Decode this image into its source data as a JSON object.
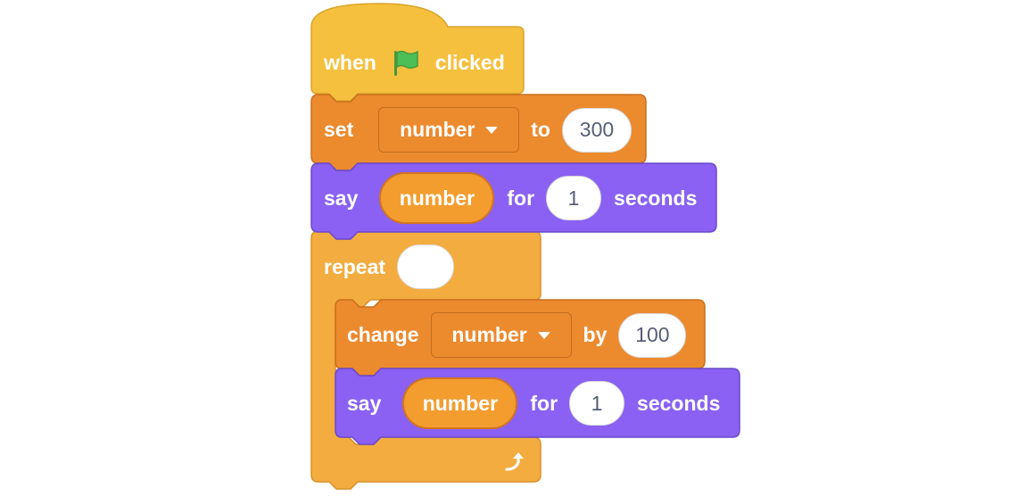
{
  "colors": {
    "events": "#f5c03e",
    "variables": "#ec8a2e",
    "looks": "#8a61f2",
    "control": "#f3ac3f",
    "flag": "#4cbf56",
    "value_text": "#575e75"
  },
  "hat": {
    "word_when": "when",
    "icon": "green-flag-icon",
    "word_clicked": "clicked"
  },
  "set_block": {
    "word_set": "set",
    "variable": "number",
    "word_to": "to",
    "value": "300"
  },
  "say_block_1": {
    "word_say": "say",
    "reporter": "number",
    "word_for": "for",
    "seconds": "1",
    "word_seconds": "seconds"
  },
  "repeat_block": {
    "word_repeat": "repeat",
    "count": "",
    "end_icon": "loop-arrow-icon"
  },
  "change_block": {
    "word_change": "change",
    "variable": "number",
    "word_by": "by",
    "value": "100"
  },
  "say_block_2": {
    "word_say": "say",
    "reporter": "number",
    "word_for": "for",
    "seconds": "1",
    "word_seconds": "seconds"
  }
}
